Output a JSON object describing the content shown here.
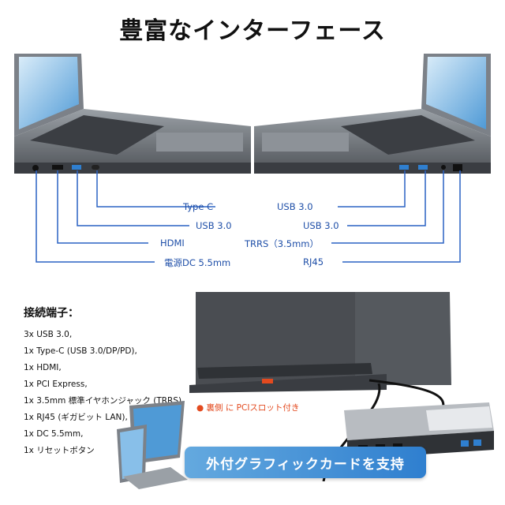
{
  "title": "豊富なインターフェース",
  "ports_left": [
    "Type C",
    "USB 3.0",
    "HDMI",
    "電源DC 5.5mm"
  ],
  "ports_right": [
    "USB 3.0",
    "USB 3.0",
    "TRRS（3.5mm）",
    "RJ45"
  ],
  "specs": {
    "title": "接続端子：",
    "items": [
      "3x USB 3.0,",
      "1x Type-C (USB 3.0/DP/PD),",
      "1x HDMI,",
      "1x PCI Express,",
      "1x 3.5mm 標準イヤホンジャック (TRRS)",
      "1x RJ45 (ギガビット LAN),",
      "1x DC 5.5mm,",
      "1x リセットボタン"
    ]
  },
  "pci_note": "裏側 に PCIスロット付き",
  "banner": "外付グラフィックカードを支持",
  "colors": {
    "accent": "#2f7fcf",
    "line": "#2a62c4",
    "note": "#e34a1f"
  }
}
